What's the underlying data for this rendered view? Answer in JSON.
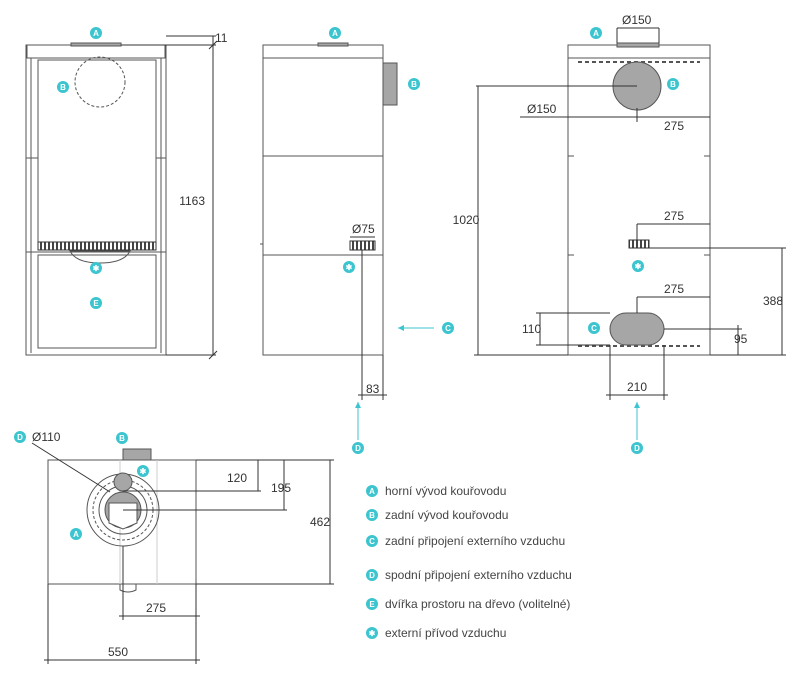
{
  "labels": {
    "A": "A",
    "B": "B",
    "C": "C",
    "D": "D",
    "E": "E",
    "star": "✱"
  },
  "dims": {
    "front_h": "11",
    "front_total": "1163",
    "side_d75": "Ø75",
    "side_83": "83",
    "back_d150_top": "Ø150",
    "back_d150": "Ø150",
    "back_275a": "275",
    "back_275b": "275",
    "back_275c": "275",
    "back_1020": "1020",
    "back_388": "388",
    "back_110": "110",
    "back_95": "95",
    "back_210": "210",
    "top_d110": "Ø110",
    "top_120": "120",
    "top_195": "195",
    "top_462": "462",
    "top_275": "275",
    "top_550": "550"
  },
  "legend": [
    {
      "badge": "A",
      "text": "horní vývod kouřovodu"
    },
    {
      "badge": "B",
      "text": "zadní vývod kouřovodu"
    },
    {
      "badge": "C",
      "text": "zadní připojení externího vzduchu"
    },
    {
      "badge": "D",
      "text": "spodní připojení externího vzduchu"
    },
    {
      "badge": "E",
      "text": "dvířka prostoru na dřevo (volitelné)"
    },
    {
      "badge": "✱",
      "text": "externí přívod vzduchu"
    }
  ],
  "colors": {
    "accent": "#3cc4cf",
    "line": "#555555",
    "fill_grey": "#a6a6a6"
  }
}
